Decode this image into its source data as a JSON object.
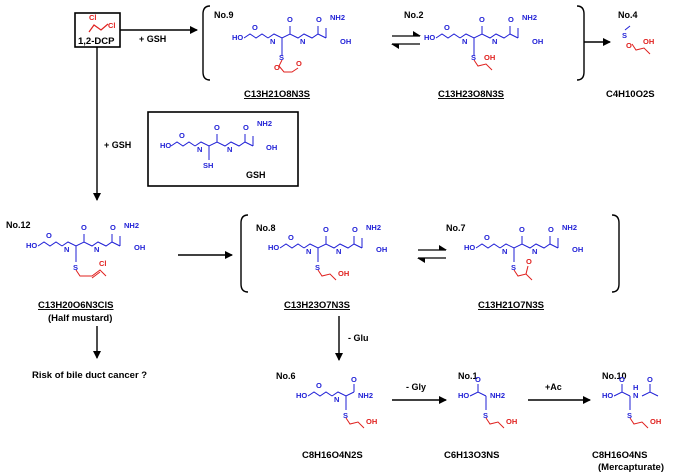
{
  "colors": {
    "structure": "#1f1fd6",
    "reactive": "#e0201e",
    "text": "#000000"
  },
  "start": {
    "name": "1,2-DCP",
    "atom": "Cl"
  },
  "reagents": {
    "gsh_right": "+ GSH",
    "gsh_down": "+ GSH",
    "minus_glu": "- Glu",
    "minus_gly": "- Gly",
    "plus_ac": "+Ac"
  },
  "gsh_box": {
    "label": "GSH"
  },
  "atoms": {
    "o": "O",
    "oh": "OH",
    "ho": "HO",
    "nh": "N",
    "h": "H",
    "nh2": "NH2",
    "s": "S",
    "sh": "SH",
    "cl": "Cl"
  },
  "compounds": {
    "no9": {
      "no": "No.9",
      "formula": "C13H21O8N3S"
    },
    "no2": {
      "no": "No.2",
      "formula": "C13H23O8N3S"
    },
    "no4": {
      "no": "No.4",
      "formula": "C4H10O2S"
    },
    "no12": {
      "no": "No.12",
      "formula": "C13H20O6N3ClS",
      "note": "(Half mustard)"
    },
    "no8": {
      "no": "No.8",
      "formula": "C13H23O7N3S"
    },
    "no7": {
      "no": "No.7",
      "formula": "C13H21O7N3S"
    },
    "no6": {
      "no": "No.6",
      "formula": "C8H16O4N2S"
    },
    "no1": {
      "no": "No.1",
      "formula": "C6H13O3NS"
    },
    "no10": {
      "no": "No.10",
      "formula": "C8H16O4NS",
      "note": "(Mercapturate)"
    }
  },
  "risk": "Risk of bile duct cancer ?"
}
